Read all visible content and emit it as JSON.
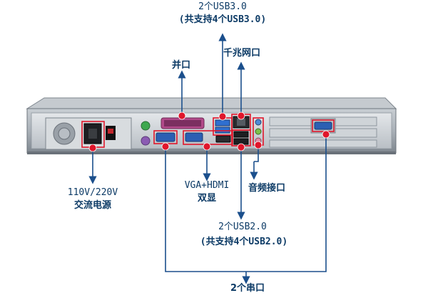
{
  "labels": {
    "usb3_top": "2个USB3.0",
    "usb3_total": "(共支持4个USB3.0)",
    "parallel": "并口",
    "lan": "千兆网口",
    "power_voltage": "110V/220V",
    "power_name": "交流电源",
    "video_line1": "VGA+HDMI",
    "video_line2": "双显",
    "audio": "音频接口",
    "usb2_top": "2个USB2.0",
    "usb2_total": "(共支持4个USB2.0)",
    "serial": "2个串口"
  },
  "colors": {
    "line": "#1b4f8c",
    "dot": "#e0162b",
    "label": "#0d3b66",
    "chassis": "#8e969e"
  }
}
